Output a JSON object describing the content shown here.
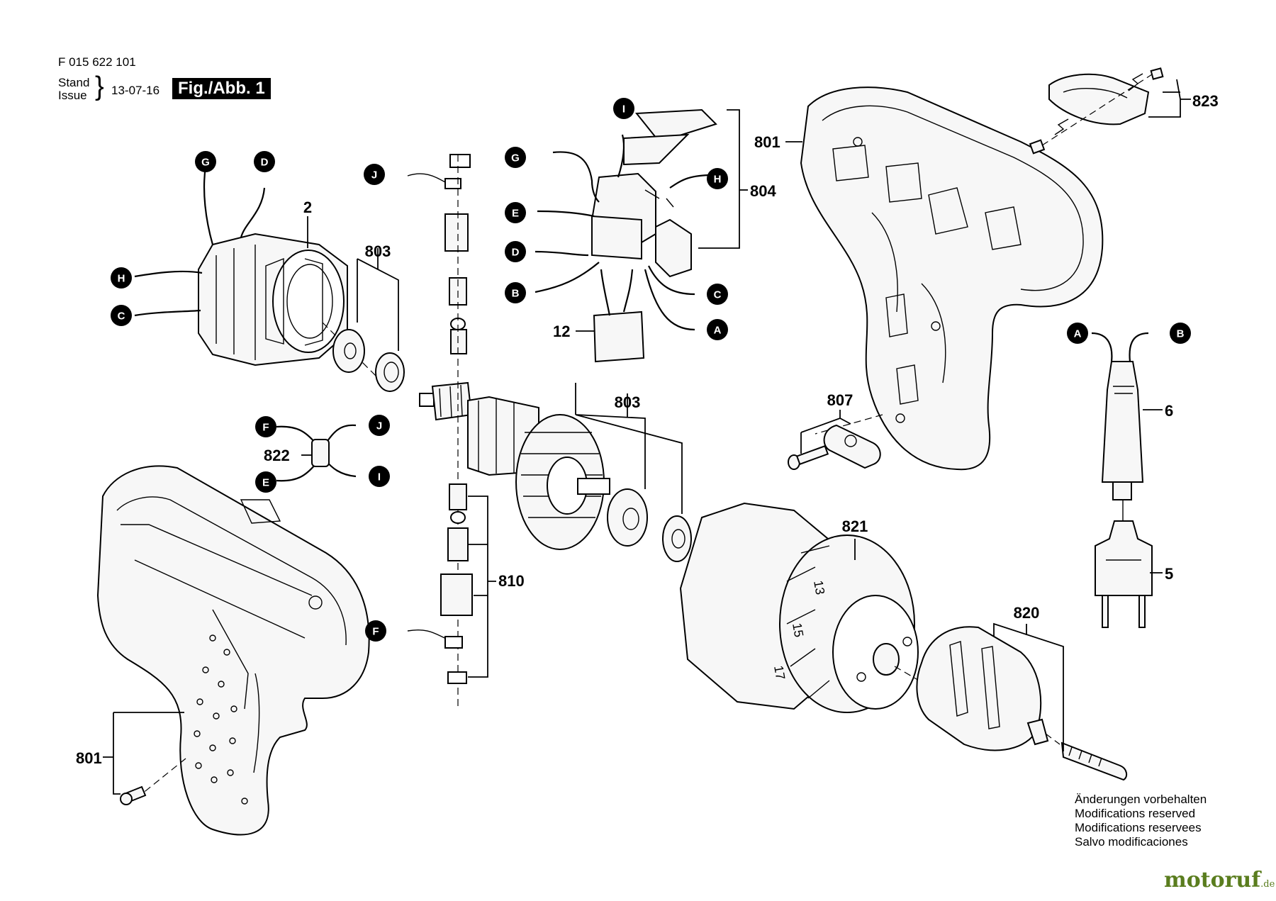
{
  "header": {
    "doc_number": "F 015 622 101",
    "stand_label": "Stand",
    "issue_label": "Issue",
    "date": "13-07-16",
    "figure_label": "Fig./Abb. 1"
  },
  "part_numbers": {
    "stator": "2",
    "bearing_set_left": "803",
    "armature_bearings": "803",
    "switch": "804",
    "capacitor": "12",
    "housing_right": "801",
    "housing_left": "801",
    "cap_set": "823",
    "screw_set": "807",
    "connector": "822",
    "brush_set": "810",
    "gearbox": "821",
    "chuck_set": "820",
    "cord_sleeve": "6",
    "plug": "5"
  },
  "connectors": [
    "A",
    "B",
    "C",
    "D",
    "E",
    "F",
    "G",
    "H",
    "I",
    "J"
  ],
  "footer": {
    "notes": [
      "Änderungen vorbehalten",
      "Modifications reserved",
      "Modifications reservees",
      "Salvo modificaciones"
    ],
    "brand": "motoruf",
    "brand_suffix": ".de"
  },
  "colors": {
    "line": "#000000",
    "background": "#ffffff",
    "brand": "#5a7d1e"
  }
}
